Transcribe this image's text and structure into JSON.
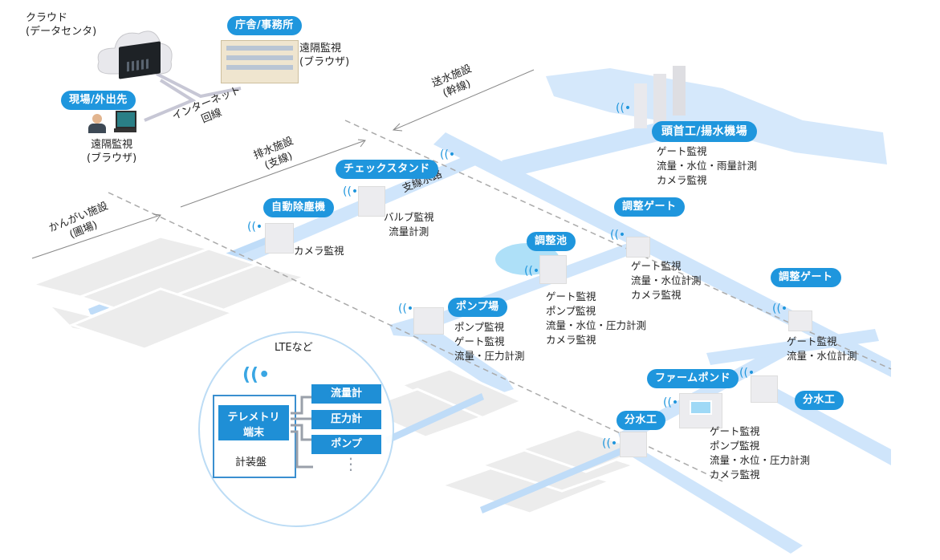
{
  "colors": {
    "accent": "#1f96dd",
    "water": "#cfe5fb",
    "field": "#ececec",
    "line": "#9a9a9a",
    "block": "#1f8fd6"
  },
  "top_left": {
    "cloud_label": [
      "クラウド",
      "(データセンタ)"
    ],
    "office_tag": "庁舎/事務所",
    "office_caption": [
      "遠隔監視",
      "(ブラウザ)"
    ],
    "field_tag": "現場/外出先",
    "field_caption": [
      "遠隔監視",
      "(ブラウザ)"
    ],
    "internet_label": [
      "インターネット",
      "回線"
    ]
  },
  "zones": {
    "sousui": [
      "送水施設",
      "(幹線)"
    ],
    "haisui": [
      "排水施設",
      "(支線)"
    ],
    "kangai": [
      "かんがい施設",
      "(圃場)"
    ],
    "branch_channel": "支線水路"
  },
  "facilities": [
    {
      "id": "headworks",
      "tag": "頭首工/揚水機場",
      "features": [
        "ゲート監視",
        "流量・水位・雨量計測",
        "カメラ監視"
      ]
    },
    {
      "id": "check-stand",
      "tag": "チェックスタンド",
      "features": [
        "バルブ監視",
        "流量計測"
      ]
    },
    {
      "id": "auto-screen",
      "tag": "自動除塵機",
      "features": [
        "カメラ監視"
      ]
    },
    {
      "id": "gate-1",
      "tag": "調整ゲート",
      "features": [
        "ゲート監視",
        "流量・水位計測",
        "カメラ監視"
      ]
    },
    {
      "id": "pond",
      "tag": "調整池",
      "features": [
        "ゲート監視",
        "ポンプ監視",
        "流量・水位・圧力計測",
        "カメラ監視"
      ]
    },
    {
      "id": "pump-station",
      "tag": "ポンプ場",
      "features": [
        "ポンプ監視",
        "ゲート監視",
        "流量・圧力計測"
      ]
    },
    {
      "id": "gate-2",
      "tag": "調整ゲート",
      "features": [
        "ゲート監視",
        "流量・水位計測"
      ]
    },
    {
      "id": "farm-pond",
      "tag": "ファームポンド",
      "features": [
        "ゲート監視",
        "ポンプ監視",
        "流量・水位・圧力計測",
        "カメラ監視"
      ]
    },
    {
      "id": "diversion-1",
      "tag": "分水工",
      "features": []
    },
    {
      "id": "diversion-2",
      "tag": "分水工",
      "features": []
    }
  ],
  "inset": {
    "network": "LTEなど",
    "terminal": [
      "テレメトリ",
      "端末"
    ],
    "panel": "計装盤",
    "devices": [
      "流量計",
      "圧力計",
      "ポンプ"
    ],
    "more": "⋮"
  }
}
